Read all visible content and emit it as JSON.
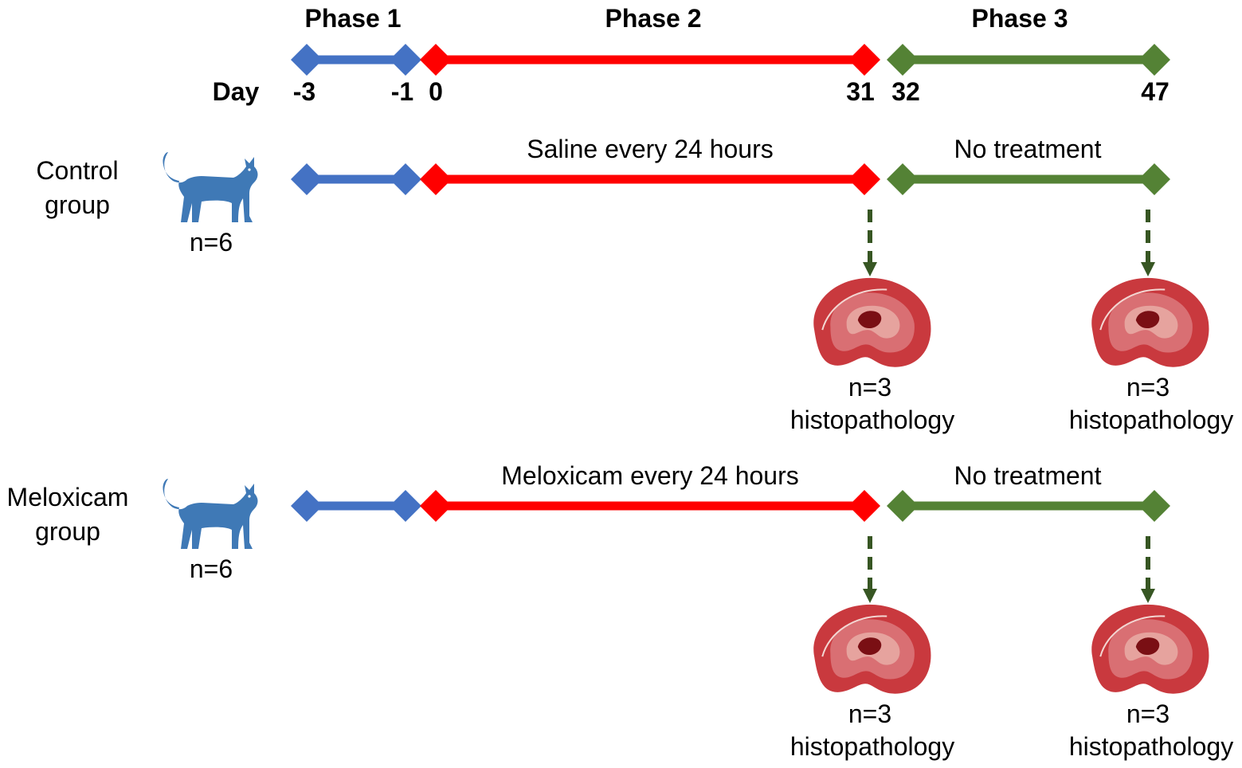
{
  "colors": {
    "phase1": "#4472c4",
    "phase2": "#ff0000",
    "phase3": "#548235",
    "cat": "#3f79b6",
    "arrow": "#375623",
    "text": "#000000"
  },
  "header": {
    "phases": [
      {
        "label": "Phase 1"
      },
      {
        "label": "Phase 2"
      },
      {
        "label": "Phase 3"
      }
    ],
    "day_label": "Day",
    "days": [
      {
        "label": "-3"
      },
      {
        "label": "-1"
      },
      {
        "label": "0"
      },
      {
        "label": "31"
      },
      {
        "label": "32"
      },
      {
        "label": "47"
      }
    ]
  },
  "groups": [
    {
      "name_line1": "Control",
      "name_line2": "group",
      "count": "n=6",
      "phase2_treatment": "Saline every 24 hours",
      "phase3_treatment": "No treatment",
      "icon": "cat-icon",
      "samples": [
        {
          "count": "n=3",
          "label": "histopathology",
          "icon": "kidney-section-icon"
        },
        {
          "count": "n=3",
          "label": "histopathology",
          "icon": "kidney-section-icon"
        }
      ]
    },
    {
      "name_line1": "Meloxicam",
      "name_line2": "group",
      "count": "n=6",
      "phase2_treatment": "Meloxicam every 24 hours",
      "phase3_treatment": "No treatment",
      "icon": "cat-icon",
      "samples": [
        {
          "count": "n=3",
          "label": "histopathology",
          "icon": "kidney-section-icon"
        },
        {
          "count": "n=3",
          "label": "histopathology",
          "icon": "kidney-section-icon"
        }
      ]
    }
  ]
}
